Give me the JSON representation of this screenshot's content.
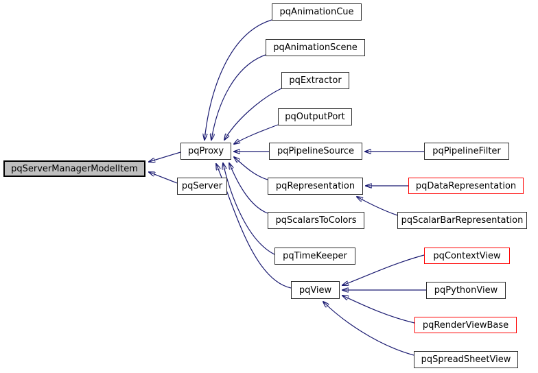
{
  "diagram": {
    "type": "class-inheritance-graph",
    "background_color": "#ffffff",
    "colors": {
      "edge": "#191970",
      "node_border": "#2b2b2b",
      "highlight_border": "#ff0000",
      "selected_fill": "#bfbfbf",
      "node_fill": "#ffffff",
      "text": "#000000"
    },
    "nodes": [
      {
        "id": "pqServerManagerModelItem",
        "label": "pqServerManagerModelItem",
        "style": "selected"
      },
      {
        "id": "pqProxy",
        "label": "pqProxy",
        "style": "normal"
      },
      {
        "id": "pqServer",
        "label": "pqServer",
        "style": "normal"
      },
      {
        "id": "pqAnimationCue",
        "label": "pqAnimationCue",
        "style": "normal"
      },
      {
        "id": "pqAnimationScene",
        "label": "pqAnimationScene",
        "style": "normal"
      },
      {
        "id": "pqExtractor",
        "label": "pqExtractor",
        "style": "normal"
      },
      {
        "id": "pqOutputPort",
        "label": "pqOutputPort",
        "style": "normal"
      },
      {
        "id": "pqPipelineSource",
        "label": "pqPipelineSource",
        "style": "normal"
      },
      {
        "id": "pqPipelineFilter",
        "label": "pqPipelineFilter",
        "style": "normal"
      },
      {
        "id": "pqRepresentation",
        "label": "pqRepresentation",
        "style": "normal"
      },
      {
        "id": "pqDataRepresentation",
        "label": "pqDataRepresentation",
        "style": "highlight"
      },
      {
        "id": "pqScalarBarRepresentation",
        "label": "pqScalarBarRepresentation",
        "style": "normal"
      },
      {
        "id": "pqScalarsToColors",
        "label": "pqScalarsToColors",
        "style": "normal"
      },
      {
        "id": "pqTimeKeeper",
        "label": "pqTimeKeeper",
        "style": "normal"
      },
      {
        "id": "pqContextView",
        "label": "pqContextView",
        "style": "highlight"
      },
      {
        "id": "pqView",
        "label": "pqView",
        "style": "normal"
      },
      {
        "id": "pqPythonView",
        "label": "pqPythonView",
        "style": "normal"
      },
      {
        "id": "pqRenderViewBase",
        "label": "pqRenderViewBase",
        "style": "highlight"
      },
      {
        "id": "pqSpreadSheetView",
        "label": "pqSpreadSheetView",
        "style": "normal"
      }
    ],
    "edges": [
      {
        "from": "pqProxy",
        "to": "pqServerManagerModelItem"
      },
      {
        "from": "pqServer",
        "to": "pqServerManagerModelItem"
      },
      {
        "from": "pqAnimationCue",
        "to": "pqProxy"
      },
      {
        "from": "pqAnimationScene",
        "to": "pqProxy"
      },
      {
        "from": "pqExtractor",
        "to": "pqProxy"
      },
      {
        "from": "pqOutputPort",
        "to": "pqProxy"
      },
      {
        "from": "pqPipelineSource",
        "to": "pqProxy"
      },
      {
        "from": "pqRepresentation",
        "to": "pqProxy"
      },
      {
        "from": "pqScalarsToColors",
        "to": "pqProxy"
      },
      {
        "from": "pqTimeKeeper",
        "to": "pqProxy"
      },
      {
        "from": "pqView",
        "to": "pqProxy"
      },
      {
        "from": "pqPipelineFilter",
        "to": "pqPipelineSource"
      },
      {
        "from": "pqDataRepresentation",
        "to": "pqRepresentation"
      },
      {
        "from": "pqScalarBarRepresentation",
        "to": "pqRepresentation"
      },
      {
        "from": "pqContextView",
        "to": "pqView"
      },
      {
        "from": "pqPythonView",
        "to": "pqView"
      },
      {
        "from": "pqRenderViewBase",
        "to": "pqView"
      },
      {
        "from": "pqSpreadSheetView",
        "to": "pqView"
      }
    ]
  }
}
